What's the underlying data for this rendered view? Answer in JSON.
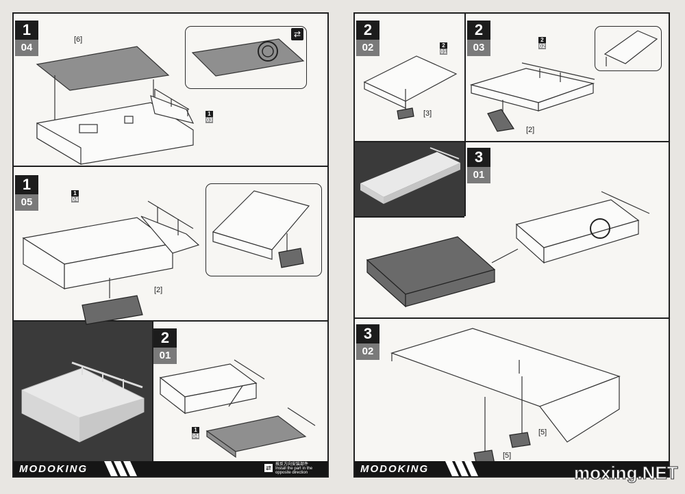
{
  "left_page": {
    "steps": [
      {
        "major": "1",
        "minor": "04",
        "part_label": "[6]",
        "ref_tag": {
          "top": "1",
          "bottom": "03"
        }
      },
      {
        "major": "1",
        "minor": "05",
        "part_label": "[2]",
        "ref_tag": {
          "top": "1",
          "bottom": "04"
        }
      },
      {
        "major": "2",
        "minor": "01",
        "ref_tag": {
          "top": "1",
          "bottom": "04"
        }
      }
    ],
    "footer": {
      "brand_prefix": "MOD",
      "brand_accent": "OK",
      "brand_suffix": "ING",
      "note_line1": "按反方向安装部件",
      "note_line2": "Install the part in the opposite direction"
    }
  },
  "right_page": {
    "steps": [
      {
        "major": "2",
        "minor": "02",
        "part_label": "[3]",
        "ref_tag": {
          "top": "2",
          "bottom": "01"
        }
      },
      {
        "major": "2",
        "minor": "03",
        "part_label": "[2]",
        "ref_tag": {
          "top": "2",
          "bottom": "02"
        }
      },
      {
        "major": "3",
        "minor": "01"
      },
      {
        "major": "3",
        "minor": "02",
        "part_label_a": "[5]",
        "part_label_b": "[5]"
      }
    ],
    "footer": {
      "brand_prefix": "MOD",
      "brand_accent": "OK",
      "brand_suffix": "ING"
    }
  },
  "watermark": "moxing.NET",
  "icons": [
    "flip-direction-icon"
  ]
}
